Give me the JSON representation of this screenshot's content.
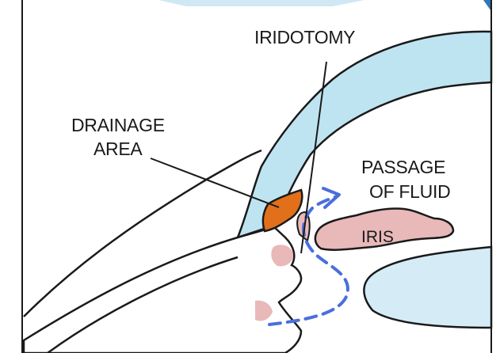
{
  "labels": {
    "iridotomy": "IRIDOTOMY",
    "drainage_line1": "DRAINAGE",
    "drainage_line2": "AREA",
    "passage_line1": "PASSAGE",
    "passage_line2": "OF FLUID",
    "iris": "IRIS"
  },
  "colors": {
    "cornea_fill": "#bfe4f1",
    "lens_fill": "#d5ecf7",
    "drainage_fill": "#e2701b",
    "iris_fill": "#e9b8b8",
    "flow_arrow": "#4a6fdc",
    "outline": "#1a1a1a",
    "frame_blue": "#2f76b8"
  },
  "icons": {
    "flow_arrow": "dashed-arrow-icon"
  }
}
